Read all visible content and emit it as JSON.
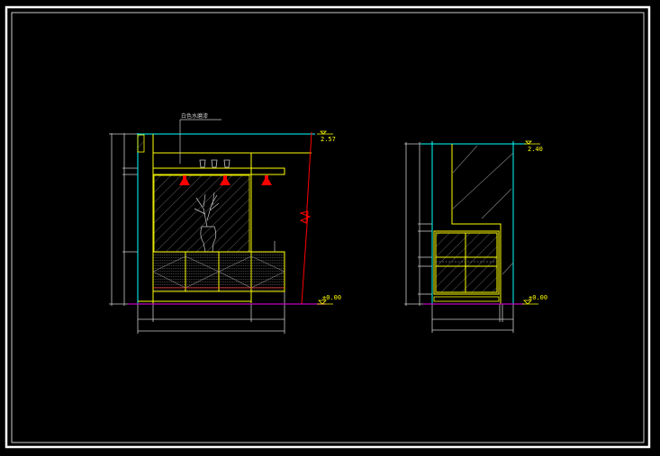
{
  "drawing": {
    "colors": {
      "background": "#000000",
      "frame": "#ffffff",
      "outline": "#ffff00",
      "axis": "#00ffff",
      "ground": "#c000c0",
      "lamp": "#ff0000",
      "dim": "#c8c8c8"
    },
    "front_elevation": {
      "material_note": "白色水磨漆",
      "top_level": "2.57",
      "floor_level": "±0.00"
    },
    "side_elevation": {
      "top_level": "2.40",
      "floor_level": "±0.00"
    }
  }
}
